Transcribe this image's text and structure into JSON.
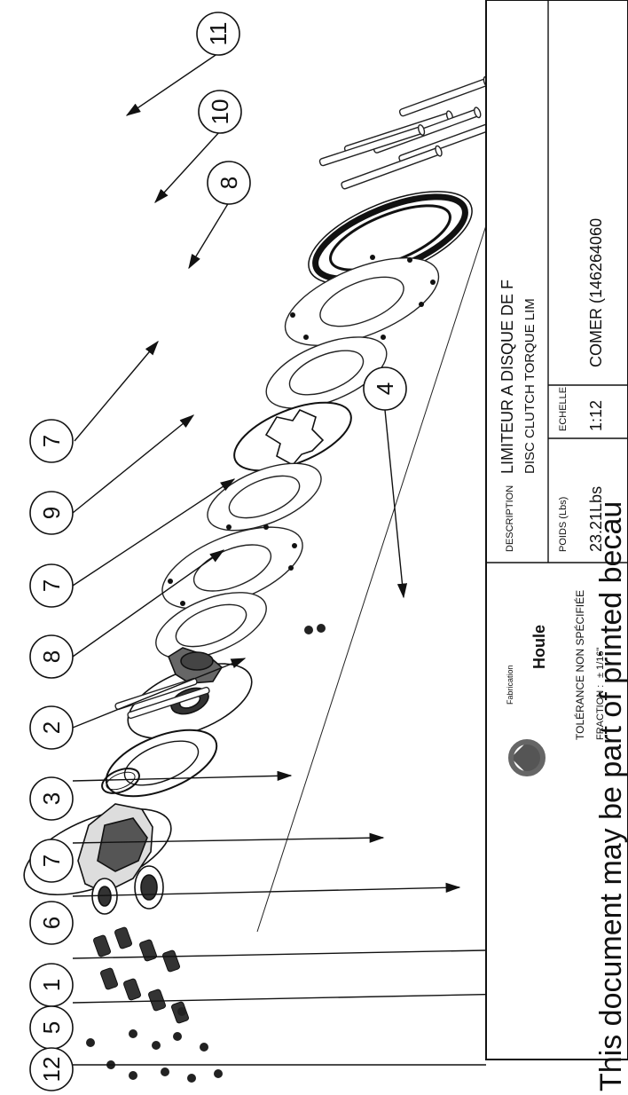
{
  "callouts": [
    {
      "id": "c11",
      "label": "11"
    },
    {
      "id": "c10",
      "label": "10"
    },
    {
      "id": "c8a",
      "label": "8"
    },
    {
      "id": "c7a",
      "label": "7"
    },
    {
      "id": "c9",
      "label": "9"
    },
    {
      "id": "c7b",
      "label": "7"
    },
    {
      "id": "c8b",
      "label": "8"
    },
    {
      "id": "c4",
      "label": "4"
    },
    {
      "id": "c2",
      "label": "2"
    },
    {
      "id": "c3",
      "label": "3"
    },
    {
      "id": "c7c",
      "label": "7"
    },
    {
      "id": "c6",
      "label": "6"
    },
    {
      "id": "c1",
      "label": "1"
    },
    {
      "id": "c5",
      "label": "5"
    },
    {
      "id": "c12",
      "label": "12"
    }
  ],
  "title_block": {
    "description_label": "DESCRIPTION",
    "description_fr": "LIMITEUR A DISQUE DE F",
    "description_en": "DISC CLUTCH TORQUE LIM",
    "weight_label": "POIDS (Lbs)",
    "weight_value": "23.21Lbs",
    "scale_label": "ECHELLE",
    "scale_value": "1:12",
    "part_number": "COMER (146264060",
    "tolerance_label": "TOLÉRANCE NON SPÉCIFIÉE",
    "fraction_label": "FRACTION :",
    "fraction_value": "± 1/16\"",
    "logo_text": "Houle",
    "logo_subtext": "Fabrication"
  },
  "watermark": "This document may be part of printed becau"
}
